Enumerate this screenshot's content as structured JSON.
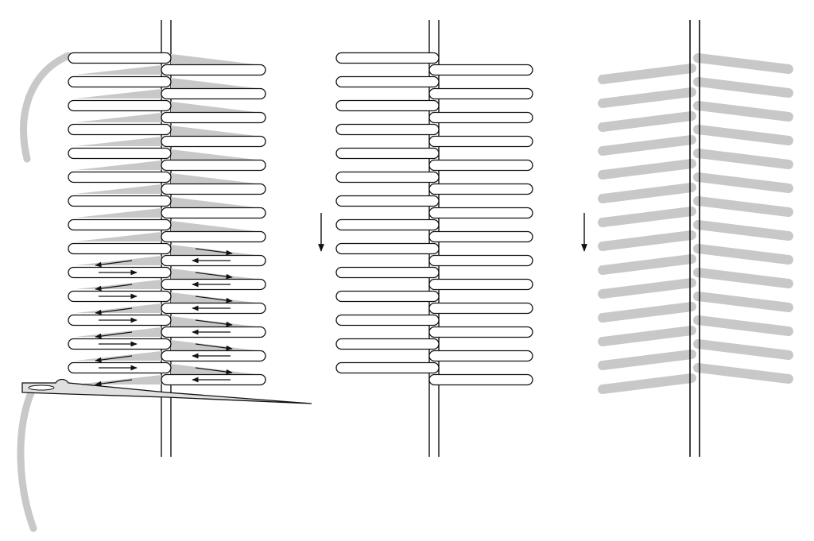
{
  "figure": {
    "type": "stitch-construction-diagram",
    "labels": []
  },
  "colors": {
    "outline": "#111111",
    "thread_gray": "#c8c8c8",
    "background": "#ffffff",
    "arrow": "#111111"
  },
  "panels": [
    {
      "id": "panel-1",
      "description_visible": false,
      "stitch_pairs": 14,
      "shows_needle": true,
      "shows_thread_tails": true,
      "shows_direction_arrows": true,
      "direction_arrow_rows": 6,
      "shaded_wedges": true
    },
    {
      "id": "panel-2",
      "stitch_pairs": 14,
      "shows_down_arrow": true,
      "shaded_wedges": false
    },
    {
      "id": "panel-3",
      "stitch_pairs": 14,
      "shows_down_arrow": true,
      "finished_gray_stitches": true
    }
  ],
  "icons": {
    "needle": "needle-icon",
    "down_arrow": "down-arrow-icon",
    "direction_arrow": "arrow-icon"
  }
}
